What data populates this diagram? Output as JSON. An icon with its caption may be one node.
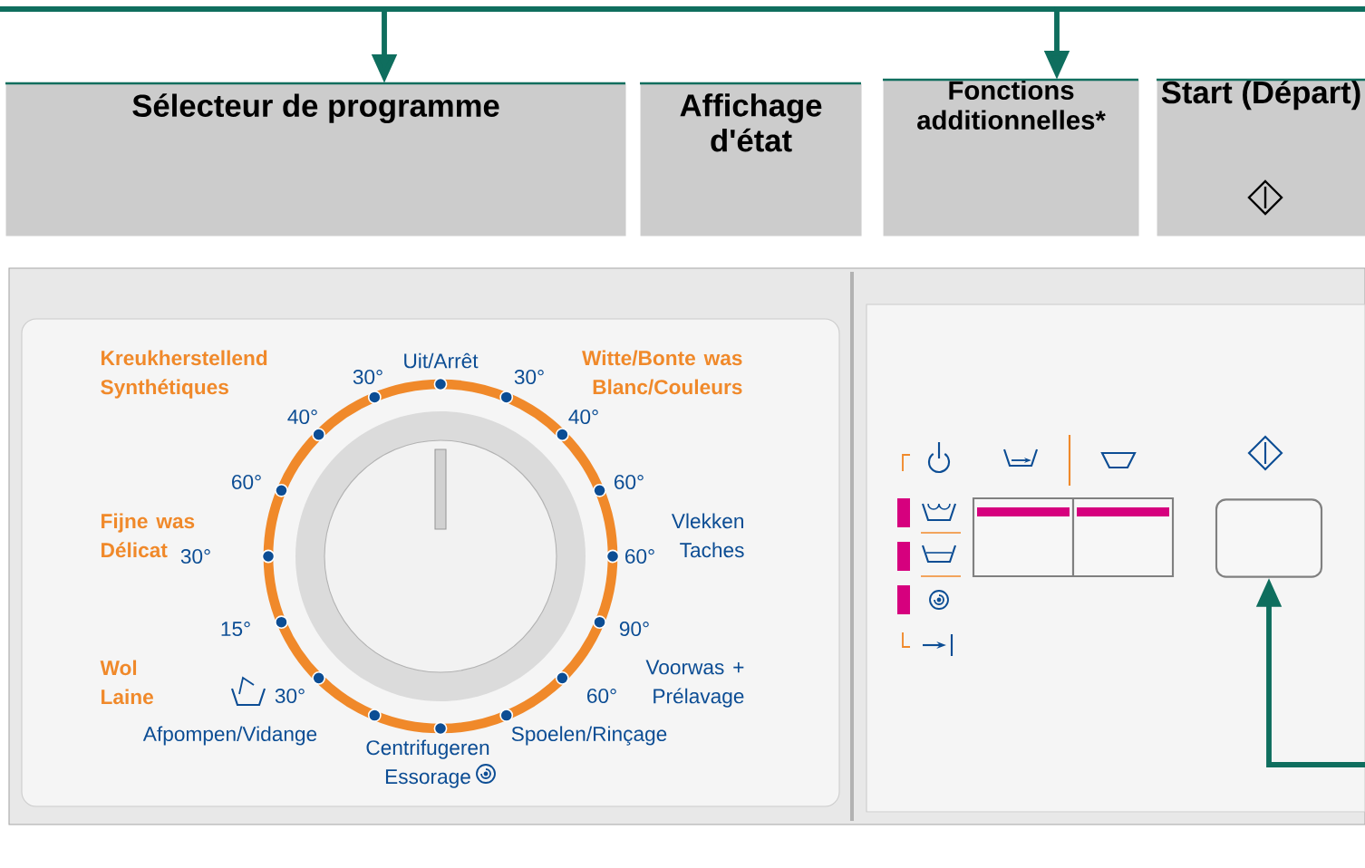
{
  "diagram": {
    "nodes": [
      {
        "text": [
          "Sélecteur de programme"
        ]
      },
      {
        "text": [
          "Affichage d'état"
        ]
      },
      {
        "text": [
          "Fonctions additionnelles*"
        ]
      },
      {
        "text": [
          "Start (Départ)"
        ]
      },
      {
        "text": [],
        "shape": "box"
      },
      {
        "text": [],
        "shape": "box"
      },
      {
        "text": [],
        "shape": "box"
      }
    ],
    "edges": [
      {
        "from": null,
        "to": 0,
        "arrow": "to"
      },
      {
        "from": null,
        "to": 2,
        "arrow": "to"
      },
      {
        "from": null,
        "to": 6,
        "arrow": "to"
      }
    ],
    "labels": [
      "Kreukherstellend Synthétiques",
      "30°",
      "Uit/Arrêt",
      "30°",
      "Witte/Bonte was Blanc/Couleurs",
      "40°",
      "40°",
      "60°",
      "60°",
      "Fijne was Délicat",
      "30°",
      "60°",
      "Vlekken Taches",
      "15°",
      "90°",
      "Wol Laine",
      "30°",
      "60°",
      "Voorwas + Prélavage",
      "Afpompen/Vidange",
      "Centrifugeren Essorage",
      "Spoelen/Rinçage"
    ]
  }
}
